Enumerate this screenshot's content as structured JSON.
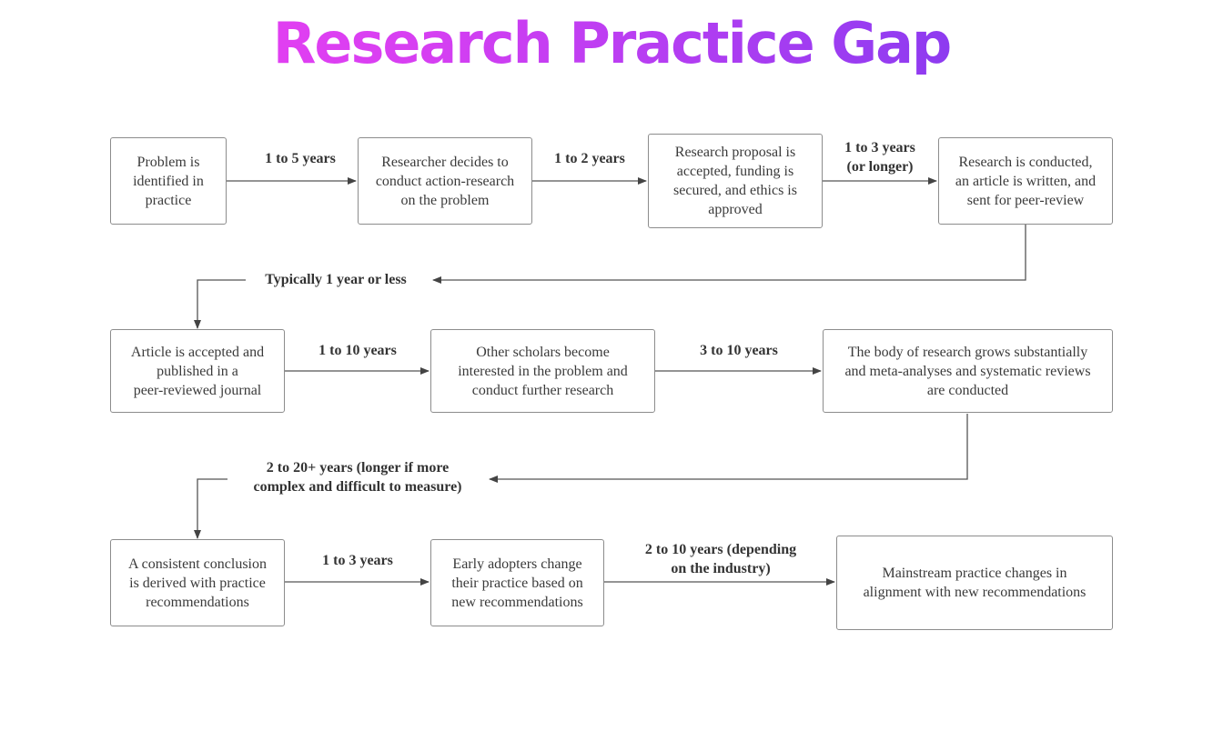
{
  "title": "Research Practice Gap",
  "boxes": {
    "b1": "Problem is\nidentified in\npractice",
    "b2": "Researcher decides to\nconduct action-research\non the problem",
    "b3": "Research proposal is\naccepted, funding is\nsecured, and ethics is\napproved",
    "b4": "Research is conducted,\nan article is written, and\nsent for peer-review",
    "b5": "Article is accepted and\npublished in a\npeer-reviewed journal",
    "b6": "Other scholars become\ninterested in the problem and\nconduct further research",
    "b7": "The body of research grows substantially\nand meta-analyses and systematic reviews\nare conducted",
    "b8": "A consistent conclusion\nis derived with practice\nrecommendations",
    "b9": "Early adopters change\ntheir practice based on\nnew recommendations",
    "b10": "Mainstream practice changes in\nalignment with new recommendations"
  },
  "labels": {
    "l1": "1 to 5 years",
    "l2": "1 to 2 years",
    "l3": "1 to 3 years\n(or longer)",
    "l4": "Typically 1 year or less",
    "l5": "1 to 10 years",
    "l6": "3 to 10 years",
    "l7": "2 to 20+ years (longer if more\ncomplex and difficult to measure)",
    "l8": "1 to 3 years",
    "l9": "2 to 10 years (depending\non the industry)"
  }
}
